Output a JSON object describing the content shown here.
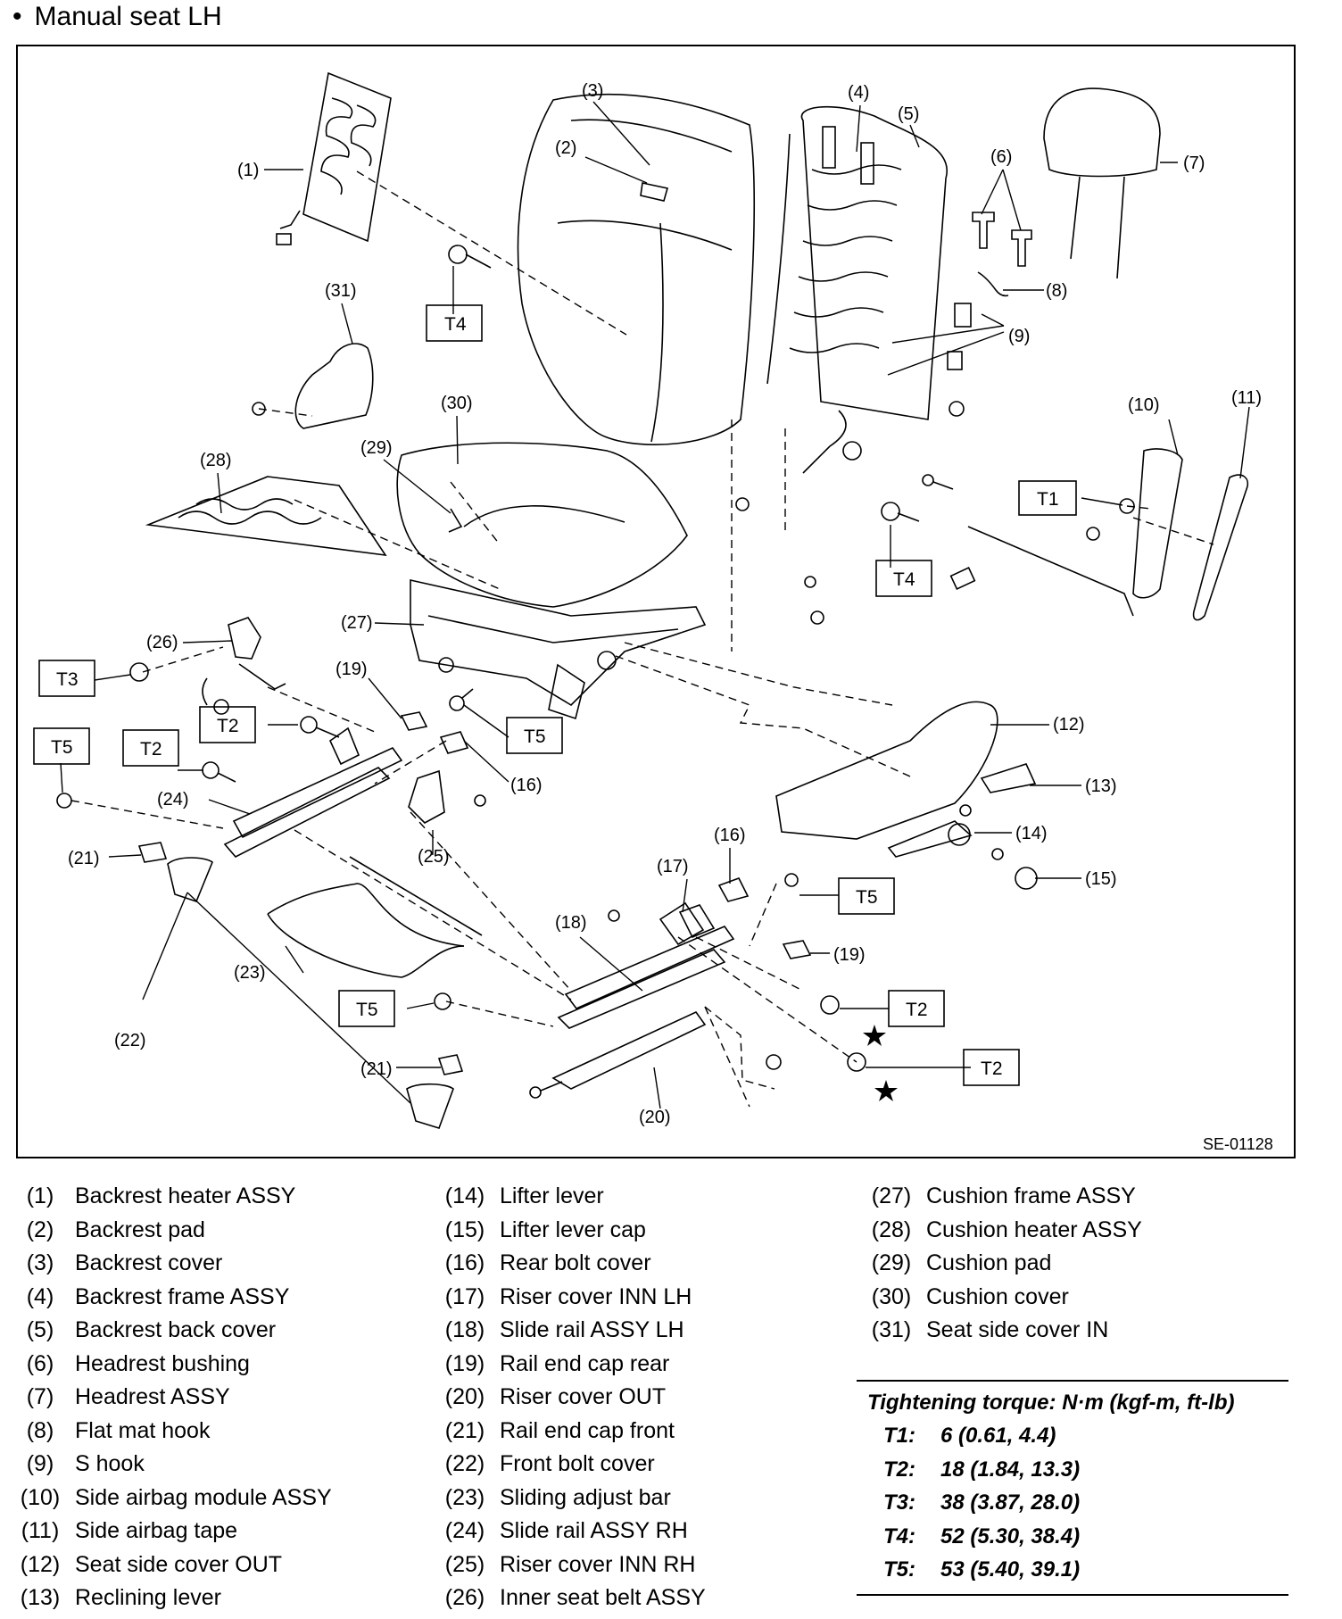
{
  "title": "Manual seat LH",
  "diagram_ref": "SE-01128",
  "callouts": {
    "c1": "(1)",
    "c2": "(2)",
    "c3": "(3)",
    "c4": "(4)",
    "c5": "(5)",
    "c6": "(6)",
    "c7": "(7)",
    "c8": "(8)",
    "c9": "(9)",
    "c10": "(10)",
    "c11": "(11)",
    "c12": "(12)",
    "c13": "(13)",
    "c14": "(14)",
    "c15": "(15)",
    "c16a": "(16)",
    "c16b": "(16)",
    "c17": "(17)",
    "c18": "(18)",
    "c19a": "(19)",
    "c19b": "(19)",
    "c20": "(20)",
    "c21a": "(21)",
    "c21b": "(21)",
    "c22": "(22)",
    "c23": "(23)",
    "c24": "(24)",
    "c25": "(25)",
    "c26": "(26)",
    "c27": "(27)",
    "c28": "(28)",
    "c29": "(29)",
    "c30": "(30)",
    "c31": "(31)"
  },
  "torque_boxes": {
    "t4a": "T4",
    "t4b": "T4",
    "t1": "T1",
    "t3": "T3",
    "t2a": "T2",
    "t5a": "T5",
    "t2b": "T2",
    "t5b": "T5",
    "t5c": "T5",
    "t5d": "T5",
    "t2c": "T2",
    "t2d": "T2"
  },
  "legend": {
    "col1": [
      {
        "num": "(1)",
        "name": "Backrest heater ASSY"
      },
      {
        "num": "(2)",
        "name": "Backrest pad"
      },
      {
        "num": "(3)",
        "name": "Backrest cover"
      },
      {
        "num": "(4)",
        "name": "Backrest frame ASSY"
      },
      {
        "num": "(5)",
        "name": "Backrest back cover"
      },
      {
        "num": "(6)",
        "name": "Headrest bushing"
      },
      {
        "num": "(7)",
        "name": "Headrest ASSY"
      },
      {
        "num": "(8)",
        "name": "Flat mat hook"
      },
      {
        "num": "(9)",
        "name": "S hook"
      },
      {
        "num": "(10)",
        "name": "Side airbag module ASSY"
      },
      {
        "num": "(11)",
        "name": "Side airbag tape"
      },
      {
        "num": "(12)",
        "name": "Seat side cover OUT"
      },
      {
        "num": "(13)",
        "name": "Reclining lever"
      }
    ],
    "col2": [
      {
        "num": "(14)",
        "name": "Lifter lever"
      },
      {
        "num": "(15)",
        "name": "Lifter lever cap"
      },
      {
        "num": "(16)",
        "name": "Rear bolt cover"
      },
      {
        "num": "(17)",
        "name": "Riser cover INN LH"
      },
      {
        "num": "(18)",
        "name": "Slide rail ASSY LH"
      },
      {
        "num": "(19)",
        "name": "Rail end cap rear"
      },
      {
        "num": "(20)",
        "name": "Riser cover OUT"
      },
      {
        "num": "(21)",
        "name": "Rail end cap front"
      },
      {
        "num": "(22)",
        "name": "Front bolt cover"
      },
      {
        "num": "(23)",
        "name": "Sliding adjust bar"
      },
      {
        "num": "(24)",
        "name": "Slide rail ASSY RH"
      },
      {
        "num": "(25)",
        "name": "Riser cover INN RH"
      },
      {
        "num": "(26)",
        "name": "Inner seat belt ASSY"
      }
    ],
    "col3": [
      {
        "num": "(27)",
        "name": "Cushion frame ASSY"
      },
      {
        "num": "(28)",
        "name": "Cushion heater ASSY"
      },
      {
        "num": "(29)",
        "name": "Cushion pad"
      },
      {
        "num": "(30)",
        "name": "Cushion cover"
      },
      {
        "num": "(31)",
        "name": "Seat side cover IN"
      }
    ]
  },
  "torque": {
    "heading": "Tightening torque: N·m (kgf-m, ft-lb)",
    "rows": [
      {
        "key": "T1:",
        "val": "6 (0.61, 4.4)"
      },
      {
        "key": "T2:",
        "val": "18 (1.84, 13.3)"
      },
      {
        "key": "T3:",
        "val": "38 (3.87, 28.0)"
      },
      {
        "key": "T4:",
        "val": "52 (5.30, 38.4)"
      },
      {
        "key": "T5:",
        "val": "53 (5.40, 39.1)"
      }
    ]
  }
}
